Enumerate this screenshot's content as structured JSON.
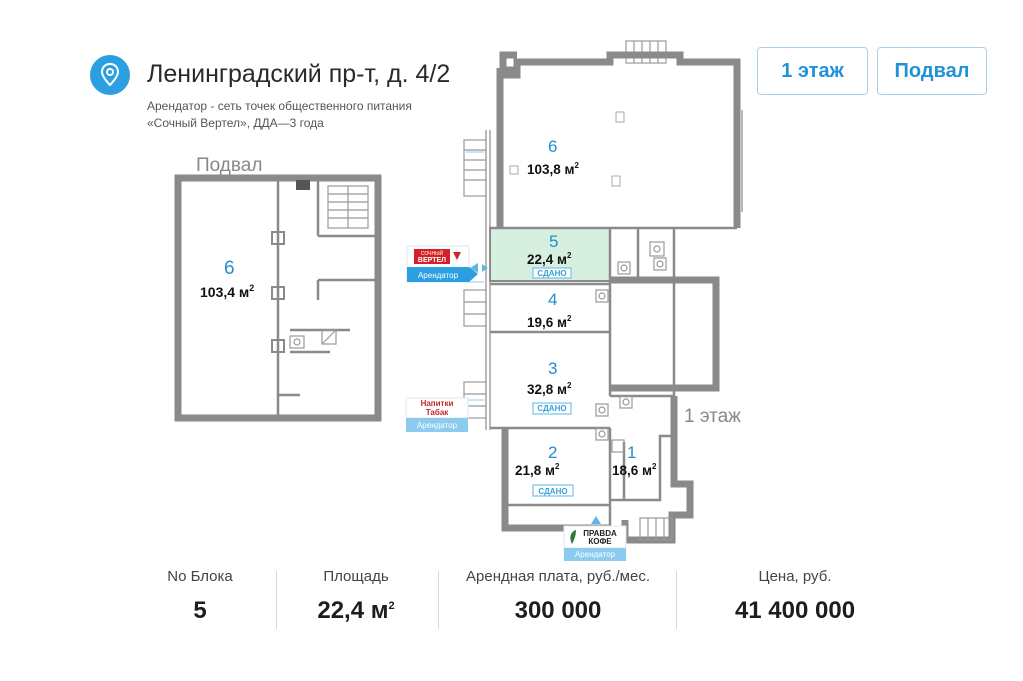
{
  "header": {
    "title": "Ленинградский пр-т, д. 4/2",
    "subtitle_line1": "Арендатор - сеть точек общественного питания",
    "subtitle_line2": "«Сочный Вертел», ДДА—3 года"
  },
  "floor_tabs": [
    {
      "label": "1 этаж"
    },
    {
      "label": "Подвал"
    }
  ],
  "plan": {
    "basement_label": "Подвал",
    "first_floor_label": "1 этаж",
    "basement_unit": {
      "number": "6",
      "area": "103,4 м",
      "area_sup": "2"
    },
    "units": [
      {
        "number": "6",
        "area": "103,8 м",
        "area_sup": "2",
        "status": ""
      },
      {
        "number": "5",
        "area": "22,4 м",
        "area_sup": "2",
        "status": "СДАНО"
      },
      {
        "number": "4",
        "area": "19,6 м",
        "area_sup": "2",
        "status": ""
      },
      {
        "number": "3",
        "area": "32,8 м",
        "area_sup": "2",
        "status": "СДАНО"
      },
      {
        "number": "2",
        "area": "21,8 м",
        "area_sup": "2",
        "status": "СДАНО"
      },
      {
        "number": "1",
        "area": "18,6 м",
        "area_sup": "2",
        "status": ""
      }
    ],
    "tenants": [
      {
        "brand_line1": "СОЧНЫЙ",
        "brand_line2": "ВЕРТЕЛ",
        "label": "Арендатор"
      },
      {
        "brand_line1": "Напитки",
        "brand_line2": "Табак",
        "label": "Арендатор"
      },
      {
        "brand_line1": "ПРАВDА",
        "brand_line2": "КОФЕ",
        "label": "Арендатор"
      }
    ],
    "colors": {
      "wall": "#8a8a8a",
      "highlight": "#d7efdf",
      "accent": "#2b9fe0"
    }
  },
  "stats": [
    {
      "label": "No Блока",
      "value": "5",
      "sup": ""
    },
    {
      "label": "Площадь",
      "value": "22,4 м",
      "sup": "2"
    },
    {
      "label": "Арендная плата, руб./мес.",
      "value": "300 000",
      "sup": ""
    },
    {
      "label": "Цена, руб.",
      "value": "41 400 000",
      "sup": ""
    }
  ]
}
